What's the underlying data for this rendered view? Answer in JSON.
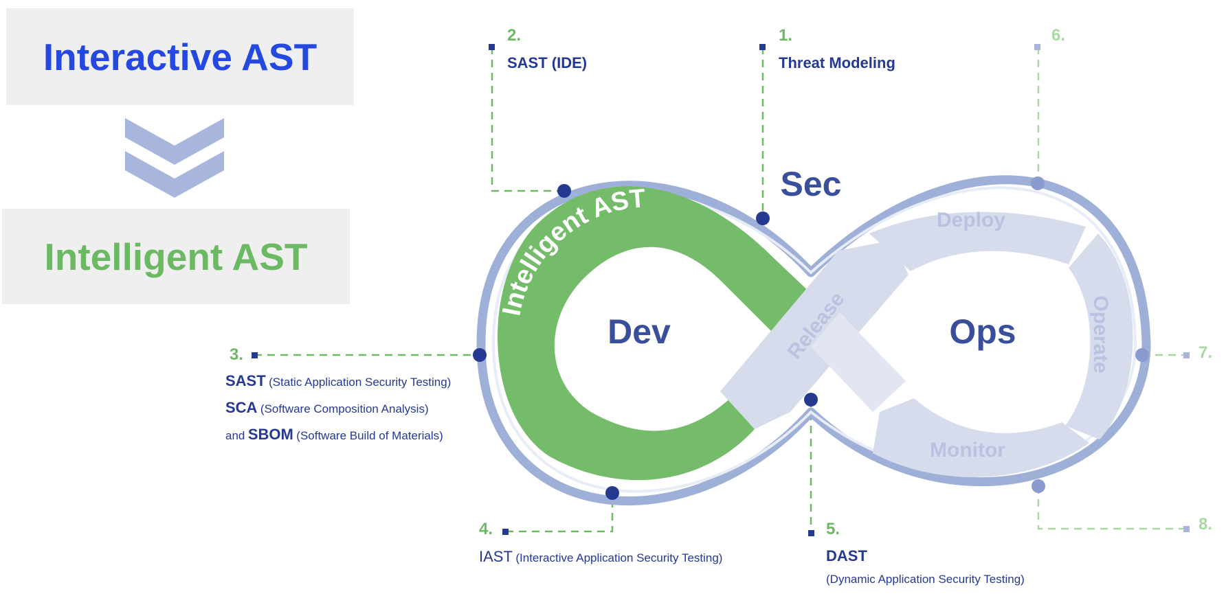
{
  "panels": {
    "top_title": "Interactive AST",
    "bottom_title": "Intelligent AST"
  },
  "loop": {
    "dev": "Dev",
    "ops": "Ops",
    "sec": "Sec",
    "arc_label": "Intelligent AST",
    "stages": {
      "release": "Release",
      "deploy": "Deploy",
      "operate": "Operate",
      "monitor": "Monitor"
    }
  },
  "callouts": {
    "c1": {
      "number": "1.",
      "label": "Threat Modeling"
    },
    "c2": {
      "number": "2.",
      "label": "SAST (IDE)"
    },
    "c3": {
      "number": "3.",
      "line1_abbr": "SAST",
      "line1_full": "(Static Application Security Testing)",
      "line2_abbr": "SCA",
      "line2_full": "(Software Composition Analysis)",
      "line3_prefix": "and",
      "line3_abbr": "SBOM",
      "line3_full": "(Software Build of Materials)"
    },
    "c4": {
      "number": "4.",
      "abbr": "IAST",
      "full": "(Interactive Application Security Testing)"
    },
    "c5": {
      "number": "5.",
      "abbr": "DAST",
      "full": "(Dynamic Application Security Testing)"
    },
    "c6": {
      "number": "6."
    },
    "c7": {
      "number": "7."
    },
    "c8": {
      "number": "8."
    }
  },
  "colors": {
    "blue_title": "#2448e0",
    "green": "#6cb964",
    "light_green": "#a9d8a3",
    "navy": "#24398f",
    "ring": "#9fb0d8",
    "stage_fill": "#d7dcec",
    "stage_text": "#b9c2e0",
    "panel_bg": "#efefef"
  }
}
